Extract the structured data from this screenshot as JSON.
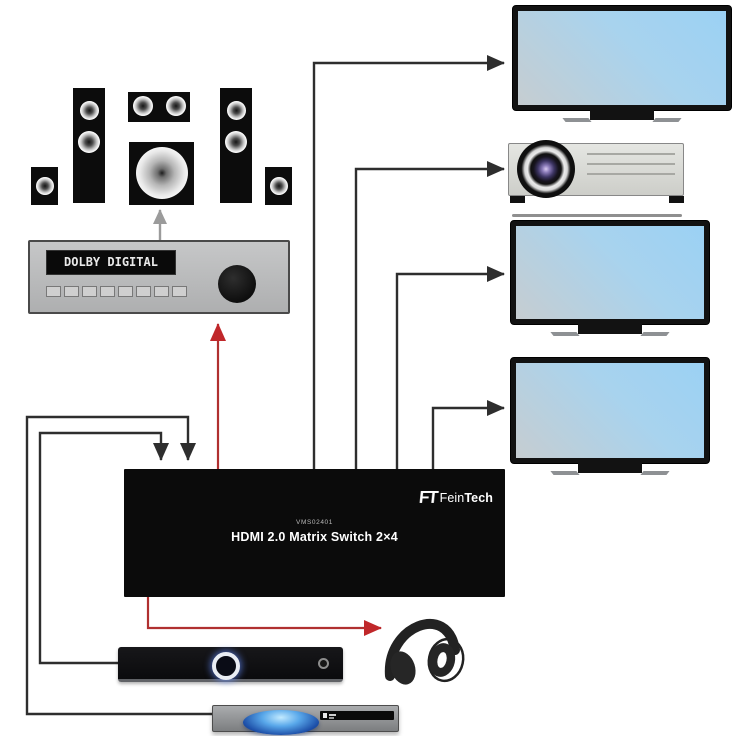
{
  "diagram_type": "av-connection-diagram",
  "brand": "FeinTech",
  "matrix_switch": {
    "model": "VMS02401",
    "name": "HDMI 2.0 Matrix Switch 2×4",
    "logo_mark": "FT",
    "logo_brand_light": "Fein",
    "logo_brand_bold": "Tech"
  },
  "av_receiver": {
    "display_text": "DOLBY DIGITAL"
  },
  "nodes": [
    {
      "id": "surround-speaker-set",
      "parts": [
        "satellite-left",
        "tower-left",
        "center-speaker",
        "subwoofer",
        "tower-right",
        "satellite-right"
      ]
    },
    {
      "id": "av-receiver"
    },
    {
      "id": "tv-1"
    },
    {
      "id": "projector"
    },
    {
      "id": "tv-2"
    },
    {
      "id": "tv-3"
    },
    {
      "id": "hdmi-matrix-switch"
    },
    {
      "id": "headphones"
    },
    {
      "id": "media-player"
    },
    {
      "id": "blu-ray-player"
    }
  ],
  "connections": [
    {
      "from": "hdmi-matrix-switch",
      "to": "tv-1",
      "signal": "hdmi-out",
      "color": "black"
    },
    {
      "from": "hdmi-matrix-switch",
      "to": "projector",
      "signal": "hdmi-out",
      "color": "black"
    },
    {
      "from": "hdmi-matrix-switch",
      "to": "tv-2",
      "signal": "hdmi-out",
      "color": "black"
    },
    {
      "from": "hdmi-matrix-switch",
      "to": "tv-3",
      "signal": "hdmi-out",
      "color": "black"
    },
    {
      "from": "media-player",
      "to": "hdmi-matrix-switch",
      "signal": "hdmi-in",
      "color": "black"
    },
    {
      "from": "blu-ray-player",
      "to": "hdmi-matrix-switch",
      "signal": "hdmi-in",
      "color": "black"
    },
    {
      "from": "hdmi-matrix-switch",
      "to": "av-receiver",
      "signal": "audio-out",
      "color": "red"
    },
    {
      "from": "hdmi-matrix-switch",
      "to": "headphones",
      "signal": "audio-out",
      "color": "red"
    },
    {
      "from": "av-receiver",
      "to": "subwoofer",
      "signal": "speaker-out",
      "color": "gray"
    }
  ],
  "colors": {
    "line_black": "#2e2e2e",
    "audio_red": "#c0272a",
    "speaker_gray": "#9b9b9b",
    "screen_blue": "#a8d3ee",
    "screen_gray": "#c6cdd1",
    "device_gray": "#b9babb"
  }
}
